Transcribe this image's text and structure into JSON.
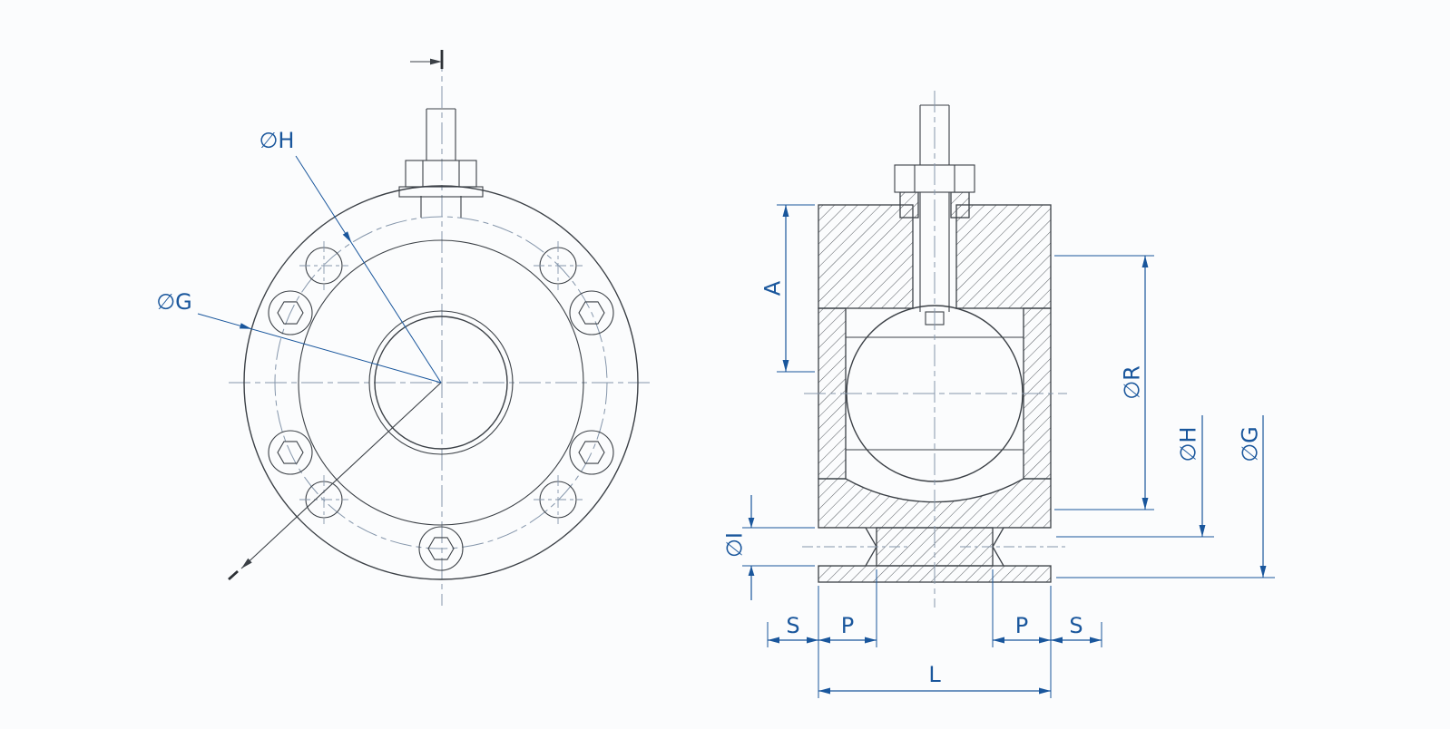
{
  "front_view": {
    "label_h": "∅H",
    "label_g": "∅G"
  },
  "section_view": {
    "label_a": "A",
    "label_r": "∅R",
    "label_h": "∅H",
    "label_g": "∅G",
    "label_i": "∅I",
    "label_s_left": "S",
    "label_p_left": "P",
    "label_p_right": "P",
    "label_s_right": "S",
    "label_l": "L"
  },
  "colors": {
    "dimension_blue": "#19569c",
    "drawing_line": "#3b4046",
    "centerline": "#8596ab",
    "background": "#fbfcfd"
  }
}
